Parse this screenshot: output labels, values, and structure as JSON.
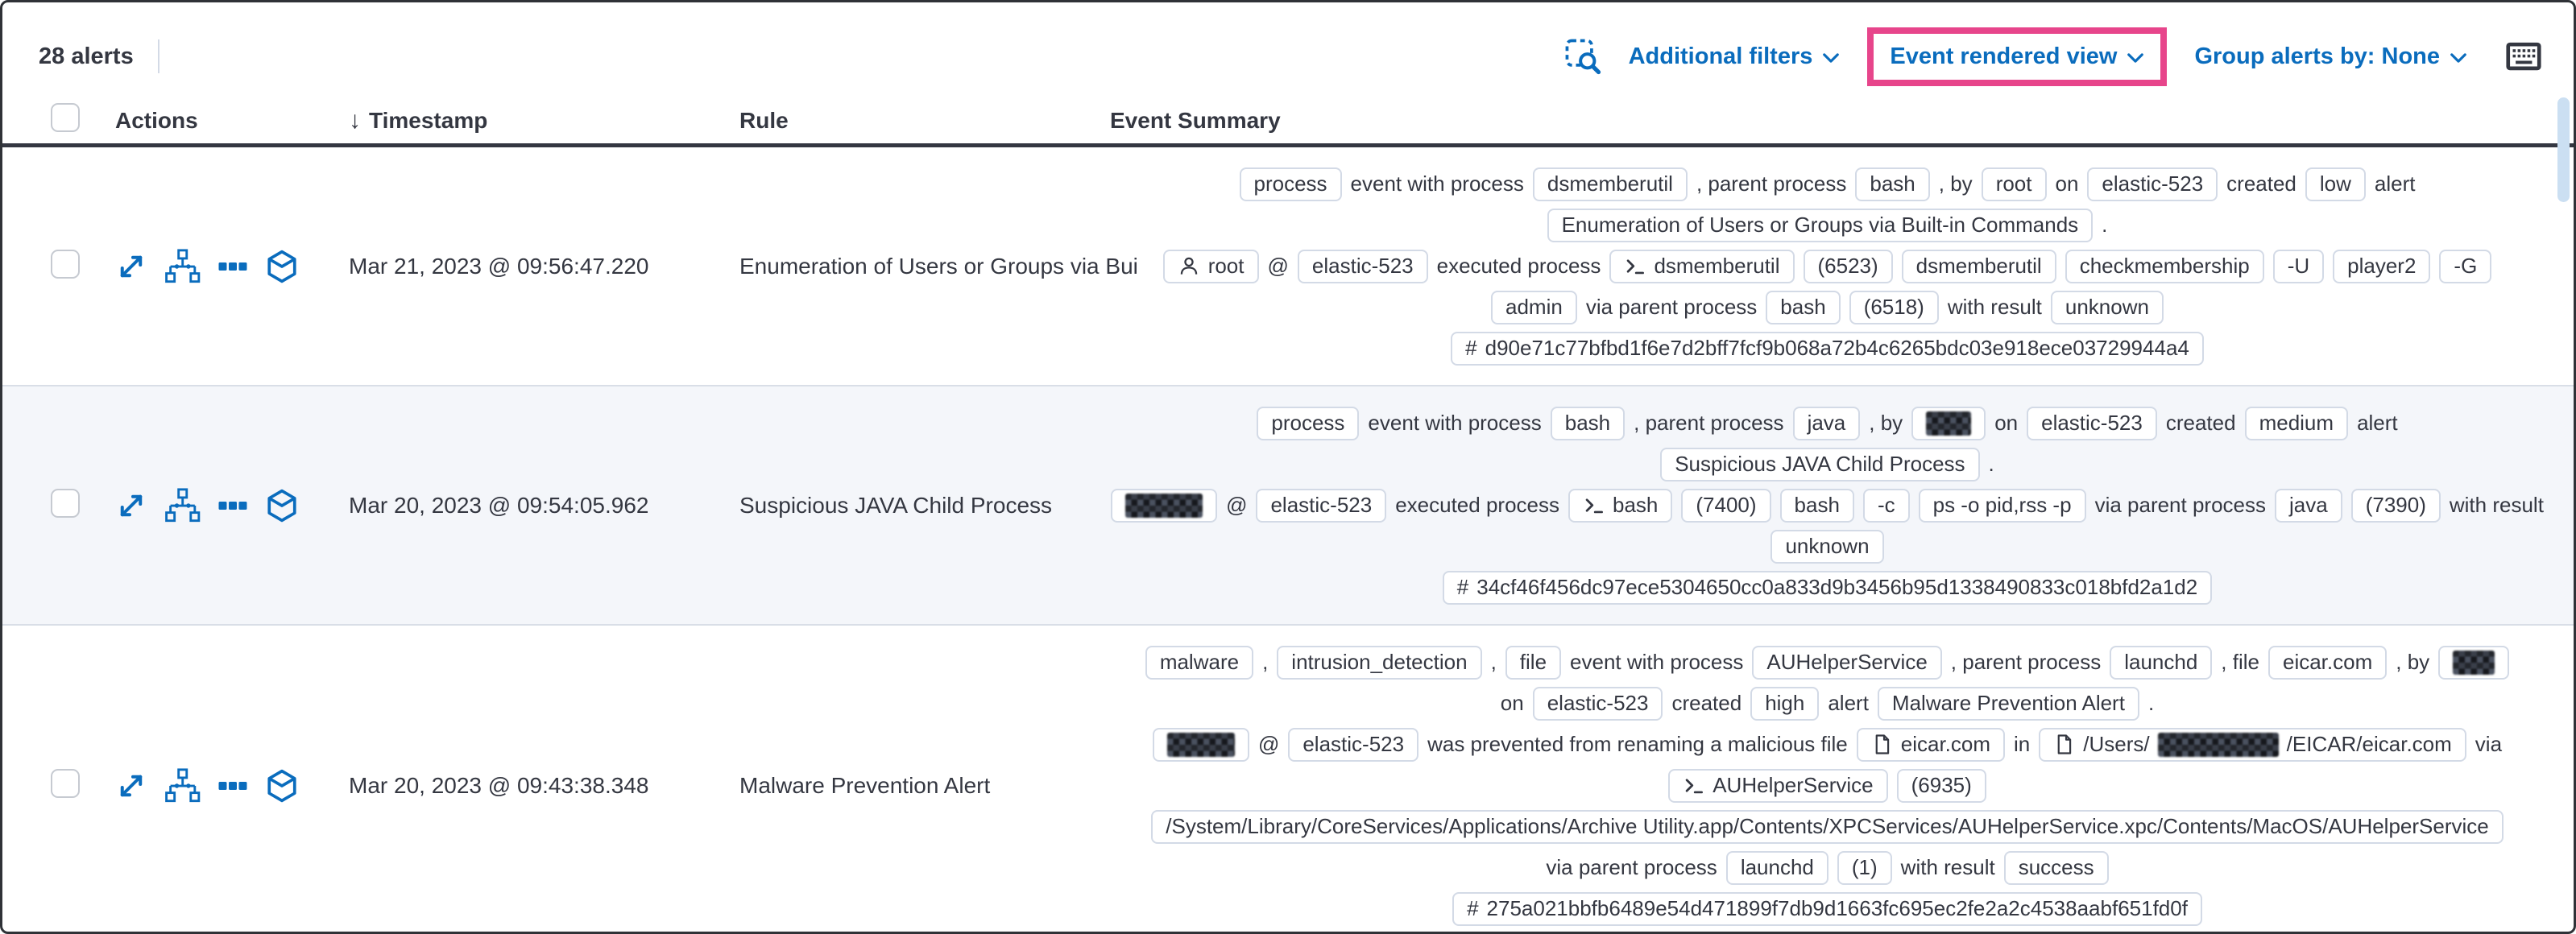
{
  "toolbar": {
    "alert_count": "28 alerts",
    "additional_filters_label": "Additional filters",
    "view_selector_label": "Event rendered view",
    "group_alerts_label": "Group alerts by: None"
  },
  "colors": {
    "link_blue": "#0a6cbd",
    "highlight_pink": "#e7458b",
    "text_dark": "#343741",
    "badge_border": "#d3dae6",
    "striped_row_bg": "#f4f6fa"
  },
  "icons": {
    "toolbar": [
      "inspect-icon",
      "chevron-down-icon",
      "keyboard-icon"
    ],
    "row_actions": [
      "expand-icon",
      "analyzer-icon",
      "more-actions-icon",
      "session-view-icon"
    ],
    "badge_icons": [
      "user-icon",
      "terminal-icon",
      "document-icon",
      "hash-icon"
    ],
    "sort": [
      "sort-descending-icon"
    ]
  },
  "columns": {
    "actions": "Actions",
    "timestamp": "Timestamp",
    "rule": "Rule",
    "event_summary": "Event Summary"
  },
  "rows": [
    {
      "timestamp": "Mar 21, 2023 @ 09:56:47.220",
      "rule": "Enumeration of Users or Groups via Bui",
      "striped": false,
      "lines": [
        [
          {
            "b": 1,
            "v": "process"
          },
          {
            "v": "event with process"
          },
          {
            "b": 1,
            "v": "dsmemberutil"
          },
          {
            "v": ", parent process"
          },
          {
            "b": 1,
            "v": "bash"
          },
          {
            "v": ", by"
          },
          {
            "b": 1,
            "v": "root"
          },
          {
            "v": "on"
          },
          {
            "b": 1,
            "v": "elastic-523"
          },
          {
            "v": "created"
          },
          {
            "b": 1,
            "v": "low"
          },
          {
            "v": "alert"
          }
        ],
        [
          {
            "b": 1,
            "v": "Enumeration of Users or Groups via Built-in Commands"
          },
          {
            "v": "."
          }
        ],
        [
          {
            "b": 1,
            "i": "user",
            "v": "root"
          },
          {
            "v": "@"
          },
          {
            "b": 1,
            "v": "elastic-523"
          },
          {
            "v": "executed process"
          },
          {
            "b": 1,
            "i": "terminal",
            "v": "dsmemberutil"
          },
          {
            "b": 1,
            "v": "(6523)"
          },
          {
            "b": 1,
            "v": "dsmemberutil"
          },
          {
            "b": 1,
            "v": "checkmembership"
          },
          {
            "b": 1,
            "v": "-U"
          },
          {
            "b": 1,
            "v": "player2"
          },
          {
            "b": 1,
            "v": "-G"
          }
        ],
        [
          {
            "b": 1,
            "v": "admin"
          },
          {
            "v": "via parent process"
          },
          {
            "b": 1,
            "v": "bash"
          },
          {
            "b": 1,
            "v": "(6518)"
          },
          {
            "v": "with result"
          },
          {
            "b": 1,
            "v": "unknown"
          }
        ],
        [
          {
            "b": 1,
            "i": "hash",
            "v": "d90e71c77bfbd1f6e7d2bff7fcf9b068a72b4c6265bdc03e918ece03729944a4"
          }
        ]
      ]
    },
    {
      "timestamp": "Mar 20, 2023 @ 09:54:05.962",
      "rule": "Suspicious JAVA Child Process",
      "striped": true,
      "lines": [
        [
          {
            "b": 1,
            "v": "process"
          },
          {
            "v": "event with process"
          },
          {
            "b": 1,
            "v": "bash"
          },
          {
            "v": ", parent process"
          },
          {
            "b": 1,
            "v": "java"
          },
          {
            "v": ", by"
          },
          {
            "b": 1,
            "r": 1,
            "w": 56
          },
          {
            "v": "on"
          },
          {
            "b": 1,
            "v": "elastic-523"
          },
          {
            "v": "created"
          },
          {
            "b": 1,
            "v": "medium"
          },
          {
            "v": "alert"
          }
        ],
        [
          {
            "b": 1,
            "v": "Suspicious JAVA Child Process"
          },
          {
            "v": "."
          }
        ],
        [
          {
            "b": 1,
            "r": 1,
            "w": 96
          },
          {
            "v": "@"
          },
          {
            "b": 1,
            "v": "elastic-523"
          },
          {
            "v": "executed process"
          },
          {
            "b": 1,
            "i": "terminal",
            "v": "bash"
          },
          {
            "b": 1,
            "v": "(7400)"
          },
          {
            "b": 1,
            "v": "bash"
          },
          {
            "b": 1,
            "v": "-c"
          },
          {
            "b": 1,
            "v": "ps -o pid,rss -p"
          },
          {
            "v": "via parent process"
          },
          {
            "b": 1,
            "v": "java"
          },
          {
            "b": 1,
            "v": "(7390)"
          },
          {
            "v": "with result"
          }
        ],
        [
          {
            "b": 1,
            "v": "unknown"
          }
        ],
        [
          {
            "b": 1,
            "i": "hash",
            "v": "34cf46f456dc97ece5304650cc0a833d9b3456b95d1338490833c018bfd2a1d2"
          }
        ]
      ]
    },
    {
      "timestamp": "Mar 20, 2023 @ 09:43:38.348",
      "rule": "Malware Prevention Alert",
      "striped": false,
      "lines": [
        [
          {
            "b": 1,
            "v": "malware"
          },
          {
            "v": ","
          },
          {
            "b": 1,
            "v": "intrusion_detection"
          },
          {
            "v": ","
          },
          {
            "b": 1,
            "v": "file"
          },
          {
            "v": "event with process"
          },
          {
            "b": 1,
            "v": "AUHelperService"
          },
          {
            "v": ", parent process"
          },
          {
            "b": 1,
            "v": "launchd"
          },
          {
            "v": ", file"
          },
          {
            "b": 1,
            "v": "eicar.com"
          },
          {
            "v": ", by"
          },
          {
            "b": 1,
            "r": 1,
            "w": 52
          }
        ],
        [
          {
            "v": "on"
          },
          {
            "b": 1,
            "v": "elastic-523"
          },
          {
            "v": "created"
          },
          {
            "b": 1,
            "v": "high"
          },
          {
            "v": "alert"
          },
          {
            "b": 1,
            "v": "Malware Prevention Alert"
          },
          {
            "v": "."
          }
        ],
        [
          {
            "b": 1,
            "r": 1,
            "w": 84
          },
          {
            "v": "@"
          },
          {
            "b": 1,
            "v": "elastic-523"
          },
          {
            "v": "was prevented from renaming a malicious file"
          },
          {
            "b": 1,
            "i": "doc",
            "v": "eicar.com"
          },
          {
            "v": "in"
          },
          {
            "b": 1,
            "i": "doc",
            "p": [
              {
                "v": "/Users/"
              },
              {
                "r": 1,
                "w": 150
              },
              {
                "v": "/EICAR/eicar.com"
              }
            ]
          },
          {
            "v": "via"
          }
        ],
        [
          {
            "b": 1,
            "i": "terminal",
            "v": "AUHelperService"
          },
          {
            "b": 1,
            "v": "(6935)"
          }
        ],
        [
          {
            "b": 1,
            "v": "/System/Library/CoreServices/Applications/Archive Utility.app/Contents/XPCServices/AUHelperService.xpc/Contents/MacOS/AUHelperService"
          }
        ],
        [
          {
            "v": "via parent process"
          },
          {
            "b": 1,
            "v": "launchd"
          },
          {
            "b": 1,
            "v": "(1)"
          },
          {
            "v": "with result"
          },
          {
            "b": 1,
            "v": "success"
          }
        ],
        [
          {
            "b": 1,
            "i": "hash",
            "v": "275a021bbfb6489e54d471899f7db9d1663fc695ec2fe2a2c4538aabf651fd0f"
          }
        ]
      ]
    }
  ]
}
